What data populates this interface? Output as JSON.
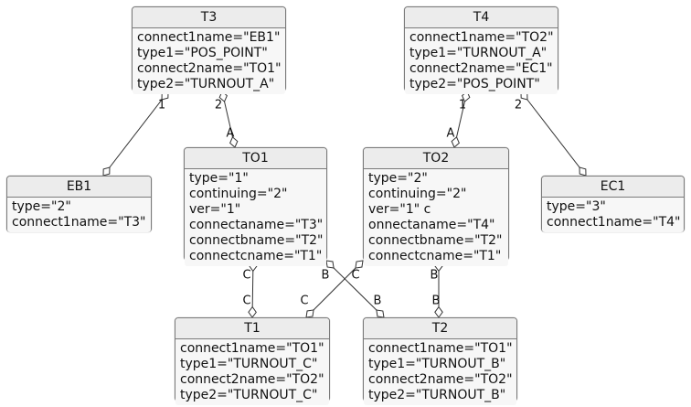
{
  "diagram": {
    "title": "railway interlocking object diagram",
    "colors": {
      "background": "#ffffff",
      "node_fill": "#f7f7f7",
      "node_title_fill": "#ececec",
      "node_border": "#7a7a7a",
      "edge_line": "#333333",
      "diamond_fill": "#ffffff",
      "text": "#111111"
    }
  },
  "nodes": {
    "T3": {
      "title": "T3",
      "lines": [
        "connect1name=\"EB1\"",
        "type1=\"POS_POINT\"",
        "connect2name=\"TO1\"",
        "type2=\"TURNOUT_A\""
      ]
    },
    "T4": {
      "title": "T4",
      "lines": [
        "connect1name=\"TO2\"",
        "type1=\"TURNOUT_A\"",
        "connect2name=\"EC1\"",
        "type2=\"POS_POINT\""
      ]
    },
    "EB1": {
      "title": "EB1",
      "lines": [
        "type=\"2\"",
        "connect1name=\"T3\""
      ]
    },
    "EC1": {
      "title": "EC1",
      "lines": [
        "type=\"3\"",
        "connect1name=\"T4\""
      ]
    },
    "TO1": {
      "title": "TO1",
      "lines": [
        "type=\"1\"",
        "continuing=\"2\"",
        "ver=\"1\"",
        "connectaname=\"T3\"",
        "connectbname=\"T2\"",
        "connectcname=\"T1\""
      ]
    },
    "TO2": {
      "title": "TO2",
      "lines": [
        "type=\"2\"",
        "continuing=\"2\"",
        "ver=\"1\" c",
        "onnectaname=\"T4\"",
        "connectbname=\"T2\"",
        "connectcname=\"T1\""
      ]
    },
    "T1": {
      "title": "T1",
      "lines": [
        "connect1name=\"TO1\"",
        "type1=\"TURNOUT_C\"",
        "connect2name=\"TO2\"",
        "type2=\"TURNOUT_C\""
      ]
    },
    "T2": {
      "title": "T2",
      "lines": [
        "connect1name=\"TO1\"",
        "type1=\"TURNOUT_B\"",
        "connect2name=\"TO2\"",
        "type2=\"TURNOUT_B\""
      ]
    }
  },
  "edges": [
    {
      "from": "T3",
      "to": "EB1",
      "from_label": "1",
      "to_label": ""
    },
    {
      "from": "T3",
      "to": "TO1",
      "from_label": "2",
      "to_label": "A"
    },
    {
      "from": "T4",
      "to": "TO2",
      "from_label": "1",
      "to_label": "A"
    },
    {
      "from": "T4",
      "to": "EC1",
      "from_label": "2",
      "to_label": ""
    },
    {
      "from": "TO1",
      "to": "T1",
      "from_label": "C",
      "to_label": "C"
    },
    {
      "from": "TO1",
      "to": "T2",
      "from_label": "B",
      "to_label": "B"
    },
    {
      "from": "TO2",
      "to": "T1",
      "from_label": "C",
      "to_label": "C"
    },
    {
      "from": "TO2",
      "to": "T2",
      "from_label": "B",
      "to_label": "B"
    }
  ]
}
